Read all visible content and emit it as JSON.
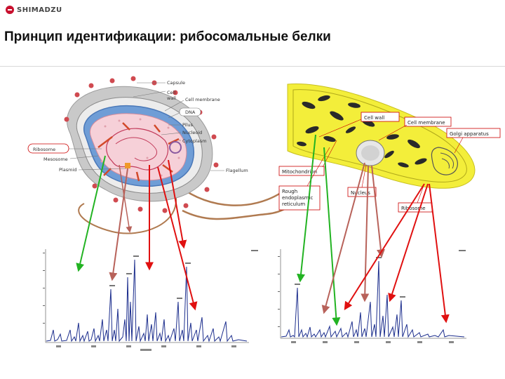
{
  "header": {
    "brand": "SHIMADZU",
    "title": "Принцип идентификации: рибосомальные белки"
  },
  "bacteria_labels": {
    "capsule": "Capsule",
    "cell_wall": "Cell\nwall",
    "cell_membrane": "Cell membrane",
    "dna": "DNA",
    "pilus": "Pilus",
    "nucleoid": "Nucleoid",
    "cytoplasm": "Cytoplasm",
    "ribosome": "Ribosome",
    "mesosome": "Mesosome",
    "plasmid": "Plasmid",
    "flagellum": "Flagellum"
  },
  "eukaryote_labels": {
    "cell_wall": "Cell wall",
    "cell_membrane": "Cell membrane",
    "golgi": "Golgi apparatus",
    "mitochondrion": "Mitochondrion",
    "rough_er": "Rough\nendoplasmic\nreticulum",
    "nucleus": "Nucleus",
    "ribosome": "Ribosome"
  },
  "colors": {
    "green_arrow": "#22b322",
    "brown_arrow": "#b8625a",
    "red_arrow": "#e01010",
    "spectrum": "#1a2c8c",
    "yellow_cell": "#f3ee3a",
    "label_border": "#cc0000"
  }
}
